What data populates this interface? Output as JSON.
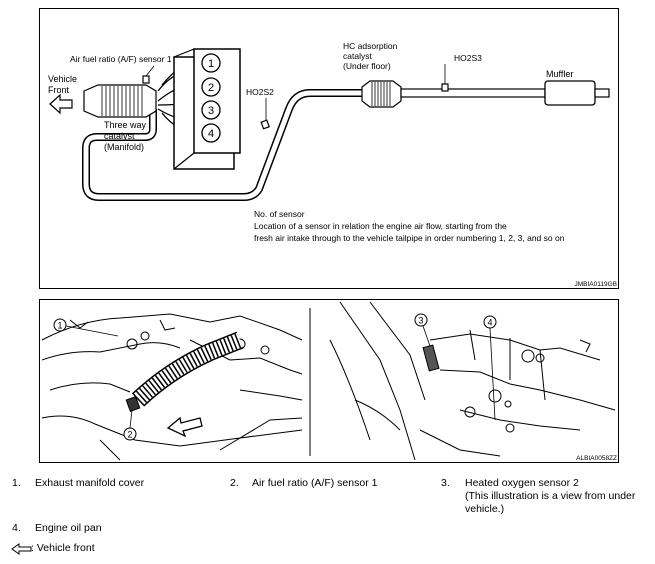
{
  "top_diagram": {
    "sensor1_label": "Air fuel ratio (A/F) sensor 1",
    "vehicle_front_line1": "Vehicle",
    "vehicle_front_line2": "Front",
    "three_way_line1": "Three way",
    "three_way_line2": "catalyst",
    "three_way_line3": "(Manifold)",
    "cylinders": [
      "1",
      "2",
      "3",
      "4"
    ],
    "ho2s2": "HO2S2",
    "hc_line1": "HC adsorption",
    "hc_line2": "catalyst",
    "hc_line3": "(Under floor)",
    "ho2s3": "HO2S3",
    "muffler": "Muffler",
    "note_title": "No. of sensor",
    "note_line1": "Location of a sensor in relation the engine air flow, starting from the",
    "note_line2": "fresh air intake through to the vehicle tailpipe in order numbering 1, 2, 3, and so on",
    "code": "JMBIA0119GB"
  },
  "bottom_diagram": {
    "callouts": [
      "1",
      "2",
      "3",
      "4"
    ],
    "code": "ALBIA0058ZZ"
  },
  "legend": [
    {
      "num": "1.",
      "lines": [
        "Exhaust manifold cover"
      ]
    },
    {
      "num": "2.",
      "lines": [
        "Air fuel ratio (A/F) sensor 1"
      ]
    },
    {
      "num": "3.",
      "lines": [
        "Heated oxygen sensor 2",
        "(This illustration is a view from under",
        "vehicle.)"
      ]
    },
    {
      "num": "4.",
      "lines": [
        "Engine oil pan"
      ]
    }
  ],
  "vehicle_front_note": ": Vehicle front"
}
